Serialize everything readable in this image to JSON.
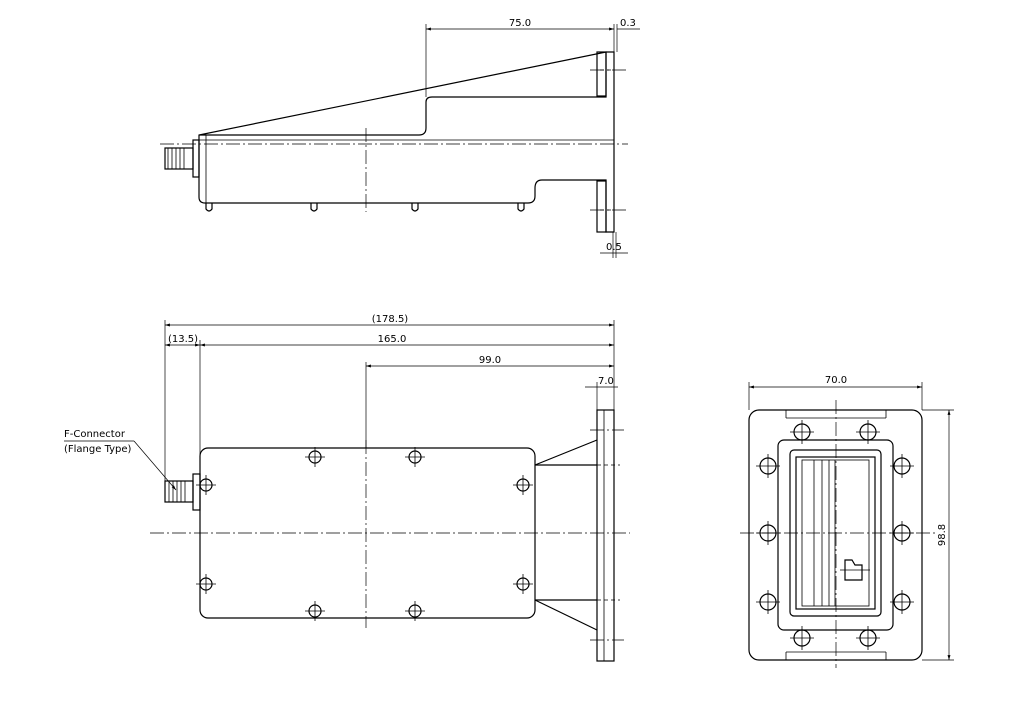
{
  "dimensions": {
    "top_length": "75.0",
    "top_flange_offset": "0.3",
    "top_base_offset": "0.5",
    "overall_length": "(178.5)",
    "connector_length": "(13.5)",
    "body_length": "165.0",
    "center_distance": "99.0",
    "flange_thickness": "7.0",
    "flange_width": "70.0",
    "flange_height": "98.8"
  },
  "callouts": {
    "connector_name": "F-Connector",
    "connector_type": "(Flange Type)"
  },
  "colors": {
    "line": "#000000",
    "background": "#ffffff"
  }
}
